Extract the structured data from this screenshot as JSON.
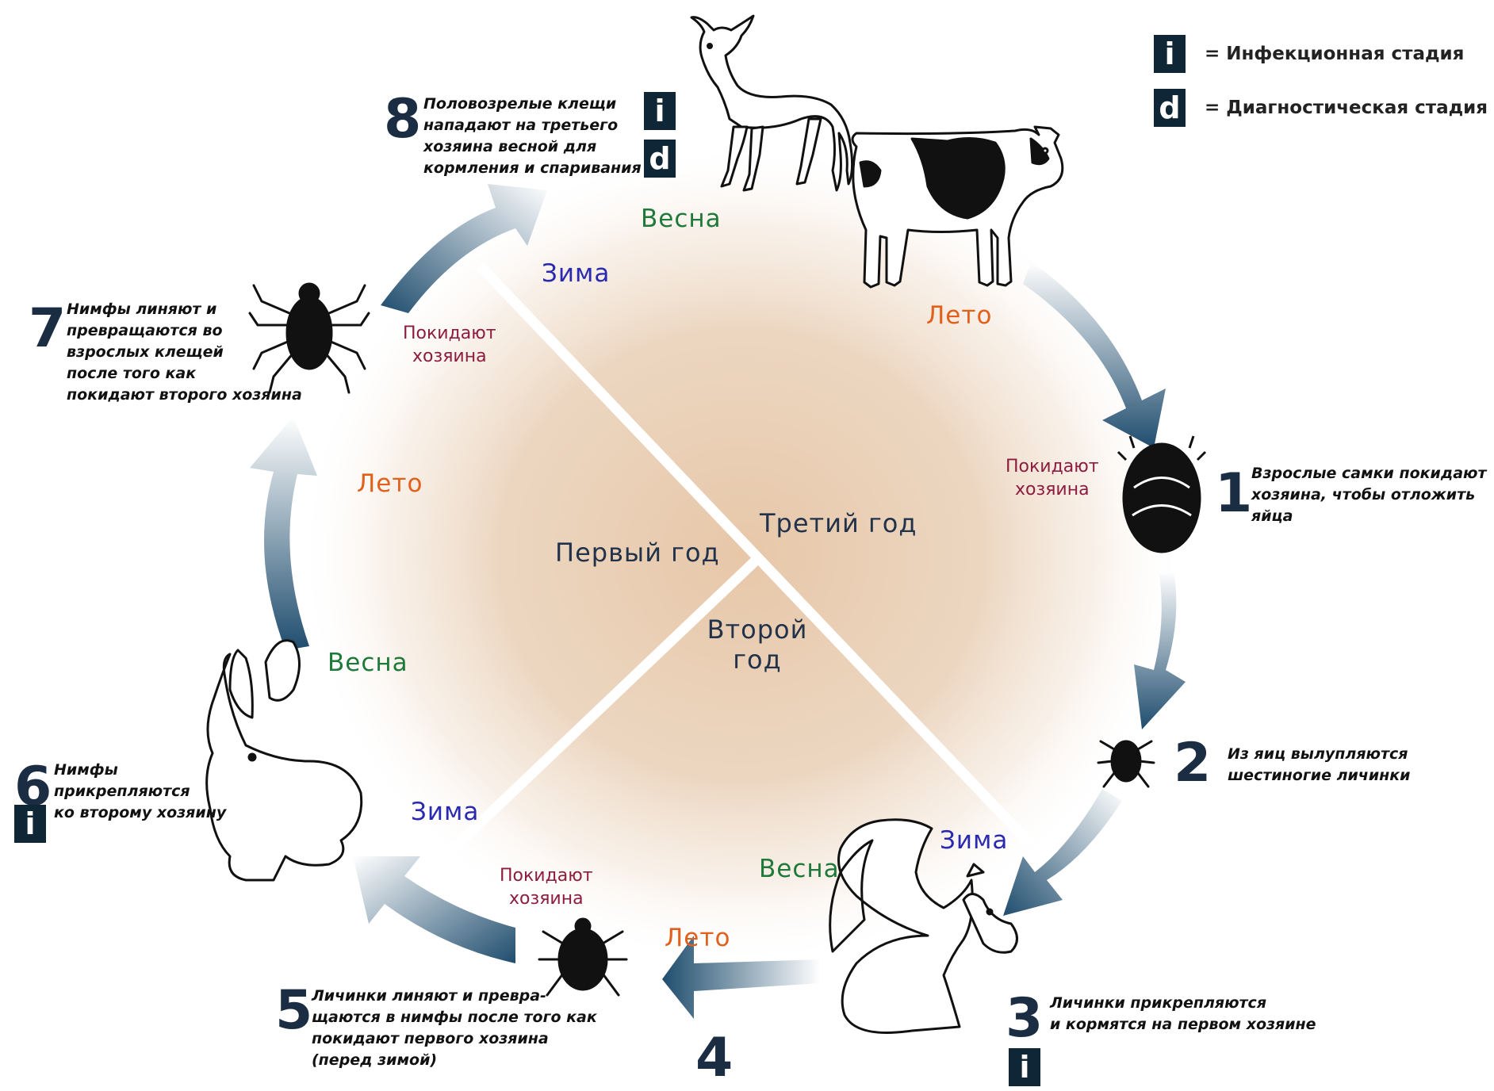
{
  "legend": [
    {
      "badge": "i",
      "text": "= Инфекционная стадия"
    },
    {
      "badge": "d",
      "text": "= Диагностическая стадия"
    }
  ],
  "years": {
    "first": "Первый год",
    "second_line1": "Второй",
    "second_line2": "год",
    "third": "Третий год"
  },
  "seasons": {
    "winter": "Зима",
    "spring": "Весна",
    "summer": "Лето"
  },
  "leave_host": {
    "line1": "Покидают",
    "line2": "хозяина"
  },
  "stages": [
    {
      "num": "1",
      "lines": [
        "Взрослые самки покидают",
        "хозяина, чтобы отложить",
        "яйца"
      ]
    },
    {
      "num": "2",
      "lines": [
        "Из яиц вылупляются",
        "шестиногие личинки"
      ]
    },
    {
      "num": "3",
      "lines": [
        "Личинки прикрепляются",
        "и кормятся на первом хозяине"
      ],
      "badge": "i"
    },
    {
      "num": "4",
      "lines": []
    },
    {
      "num": "5",
      "lines": [
        "Личинки линяют и превра-",
        "щаются в нимфы после того как",
        "покидают первого хозяина",
        "(перед зимой)"
      ]
    },
    {
      "num": "6",
      "lines": [
        "Нимфы",
        "прикрепляются",
        "ко второму хозяину"
      ],
      "badge": "i"
    },
    {
      "num": "7",
      "lines": [
        "Нимфы линяют и",
        "превращаются во",
        "взрослых клещей",
        "после того как",
        "покидают второго хозяина"
      ]
    },
    {
      "num": "8",
      "lines": [
        "Половозрелые клещи",
        "нападают на третьего",
        "хозяина весной для",
        "кормления и спаривания"
      ],
      "badges": [
        "i",
        "d"
      ]
    }
  ],
  "colors": {
    "center_glow": "#e7c7a8",
    "arrow_dark": "#1f4d6e",
    "arrow_light": "#ffffff",
    "badge_bg": "#0f2636",
    "number": "#1a2d42"
  },
  "icons": {
    "host3_top": "deer-icon",
    "host3_right": "cow-icon",
    "host1": "squirrel-icon",
    "host2": "rabbit-icon",
    "tick_engorged": "engorged-tick-icon",
    "tick_larva": "larva-tick-icon",
    "tick_nymph": "nymph-tick-icon",
    "tick_adult": "adult-tick-icon"
  }
}
